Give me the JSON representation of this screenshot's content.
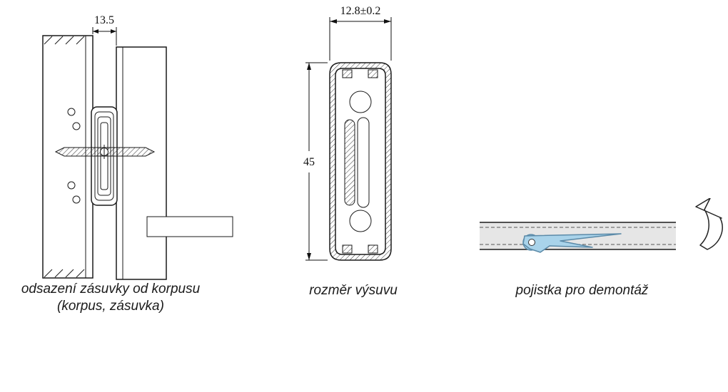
{
  "figures": {
    "offset": {
      "dimension": "13.5",
      "caption_line1": "odsazení zásuvky od korpusu",
      "caption_line2": "(korpus, zásuvka)"
    },
    "profile": {
      "dimension_width": "12.8±0.2",
      "dimension_height": "45",
      "caption": "rozměr výsuvu"
    },
    "latch": {
      "caption": "pojistka pro demontáž"
    }
  },
  "colors": {
    "latch_fill": "#a9d3ea",
    "rail_fill": "#e6e6e6"
  }
}
